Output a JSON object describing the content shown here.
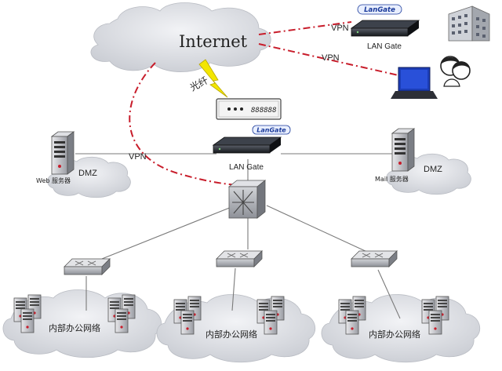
{
  "diagram": {
    "internet_label": "Internet",
    "fiber_label": "光纤",
    "vpn_label": "VPN",
    "lan_gate_label": "LAN Gate",
    "logo_text": "LanGate",
    "dmz_label": "DMZ",
    "web_server_label": "Web 服务器",
    "mail_server_label": "Mail 服务器",
    "office_network_label": "内部办公网络",
    "modem_display": "888888",
    "colors": {
      "vpn_line": "#c81d2b",
      "fiber_bolt": "#f3e600",
      "cloud_fill": "#d9dbe0",
      "device_dark": "#23272e",
      "laptop_blue": "#1c3db6",
      "link_line": "#7a7a7a"
    },
    "icons": [
      "cloud",
      "building",
      "person",
      "laptop",
      "modem",
      "firewall-appliance",
      "tower-server",
      "core-switch",
      "switch"
    ]
  }
}
